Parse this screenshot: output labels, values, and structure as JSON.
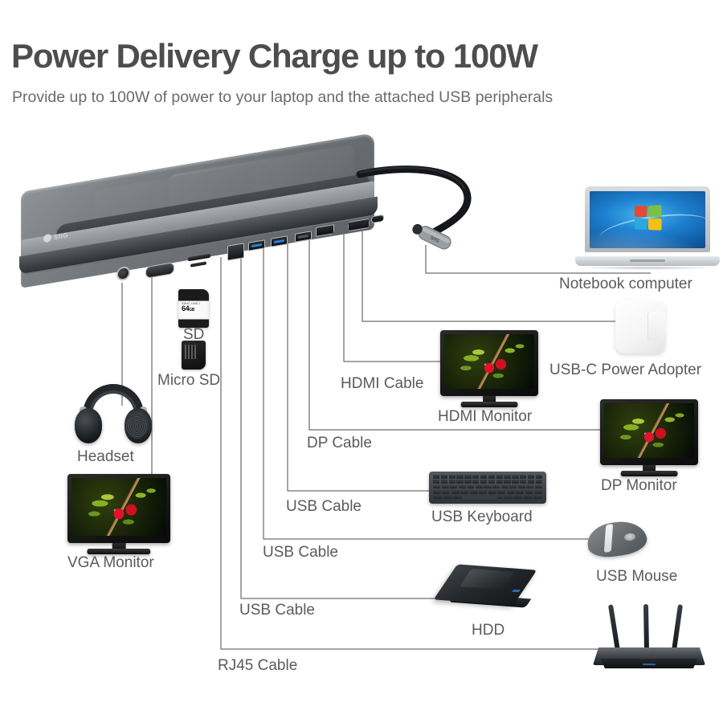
{
  "header": {
    "title": "Power Delivery Charge up to 100W",
    "subtitle": "Provide up to 100W of power to your laptop and the attached USB peripherals"
  },
  "product": {
    "name": "USB-C docking station",
    "brand_logo": "SIIG",
    "connector": "usb-c-connector",
    "ports": [
      {
        "id": "audio-jack",
        "label": "3.5mm audio jack"
      },
      {
        "id": "vga",
        "label": "VGA"
      },
      {
        "id": "sd-slot",
        "label": "SD card slot"
      },
      {
        "id": "microsd-slot",
        "label": "Micro SD card slot"
      },
      {
        "id": "rj45",
        "label": "RJ45 Ethernet"
      },
      {
        "id": "usb-a-1",
        "label": "USB 3.0 Type-A"
      },
      {
        "id": "usb-a-2",
        "label": "USB 3.0 Type-A"
      },
      {
        "id": "usb-a-3",
        "label": "USB 2.0 Type-A"
      },
      {
        "id": "displayport",
        "label": "DisplayPort"
      },
      {
        "id": "hdmi",
        "label": "HDMI"
      },
      {
        "id": "usb-c-pd",
        "label": "USB-C Power Delivery"
      }
    ]
  },
  "devices": [
    {
      "id": "notebook",
      "label": "Notebook computer"
    },
    {
      "id": "power-adapter",
      "label": "USB-C Power Adopter"
    },
    {
      "id": "hdmi-monitor",
      "label": "HDMI Monitor"
    },
    {
      "id": "dp-monitor",
      "label": "DP Monitor"
    },
    {
      "id": "usb-keyboard",
      "label": "USB Keyboard"
    },
    {
      "id": "usb-mouse",
      "label": "USB Mouse"
    },
    {
      "id": "hdd",
      "label": "HDD"
    },
    {
      "id": "router",
      "label": "Router"
    },
    {
      "id": "headset",
      "label": "Headset"
    },
    {
      "id": "vga-monitor",
      "label": "VGA Monitor"
    },
    {
      "id": "sd-card",
      "label": "SD"
    },
    {
      "id": "microsd-card",
      "label": "Micro SD"
    }
  ],
  "cables": [
    {
      "id": "hdmi-cable",
      "label": "HDMI Cable"
    },
    {
      "id": "dp-cable",
      "label": "DP Cable"
    },
    {
      "id": "usb-cable-1",
      "label": "USB Cable"
    },
    {
      "id": "usb-cable-2",
      "label": "USB Cable"
    },
    {
      "id": "usb-cable-3",
      "label": "USB Cable"
    },
    {
      "id": "rj45-cable",
      "label": "RJ45 Cable"
    }
  ],
  "media": {
    "sd_capacity": "64",
    "sd_capacity_unit": "GB",
    "sd_spec_line": "SDHC UHS-I",
    "screen_wallpaper": "red berries on branch",
    "notebook_wallpaper": "windows logo on blue gradient"
  },
  "colors": {
    "heading": "#4d4d4d",
    "subheading": "#6b6b6b",
    "label": "#5b5b5b",
    "wire": "#6e6e6e",
    "background": "#ffffff",
    "usb_blue": "#2f7fd6",
    "berry_red": "#e3112a",
    "leaf_green": "#86b024",
    "win_red": "#e8482c",
    "win_green": "#7bc043",
    "win_blue": "#2aa9e0",
    "win_yellow": "#f6c013"
  }
}
